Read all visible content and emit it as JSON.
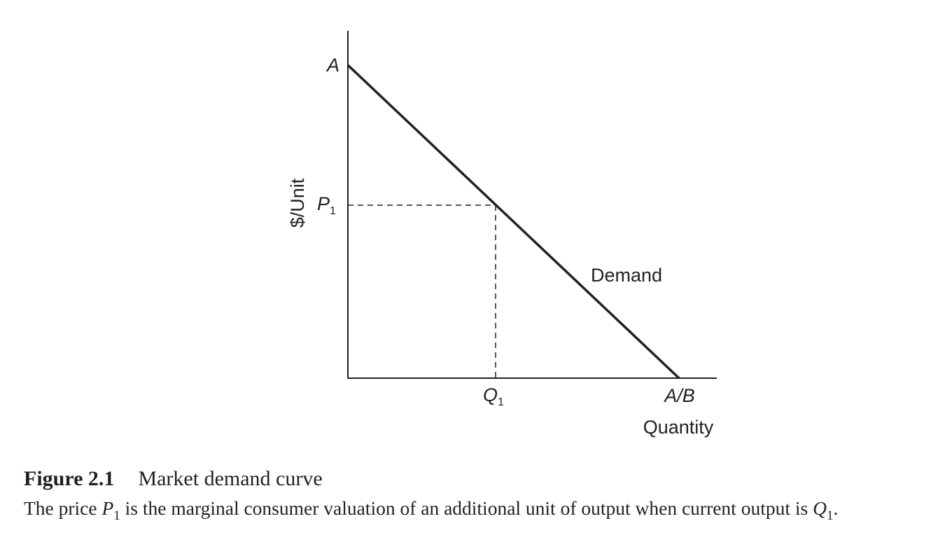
{
  "diagram": {
    "y_axis_label": "$/Unit",
    "x_axis_label": "Quantity",
    "curve_label": "Demand",
    "points": {
      "y_intercept": "A",
      "price": {
        "main": "P",
        "sub": "1"
      },
      "quantity": {
        "main": "Q",
        "sub": "1"
      },
      "x_intercept": "A/B"
    },
    "line_color": "#231f20"
  },
  "caption": {
    "label": "Figure 2.1",
    "title": "Market demand curve",
    "text_part1": "The price ",
    "p_symbol": "P",
    "p_sub": "1",
    "text_part2": " is the marginal consumer valuation of an additional unit of output when current output is ",
    "q_symbol": "Q",
    "q_sub": "1",
    "text_end": "."
  }
}
